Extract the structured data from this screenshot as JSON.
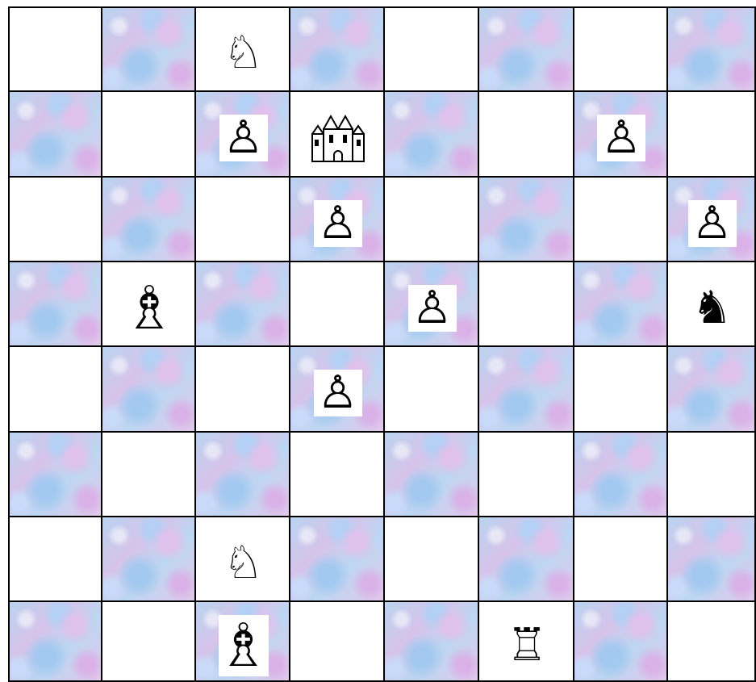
{
  "board": {
    "files": 8,
    "ranks": 8,
    "light_color": "#ffffff",
    "dark_color": "#c9d2ef",
    "squares": [
      [
        "light",
        "dark",
        "light",
        "dark",
        "light",
        "dark",
        "light",
        "dark"
      ],
      [
        "dark",
        "light",
        "dark",
        "light",
        "dark",
        "light",
        "dark",
        "light"
      ],
      [
        "light",
        "dark",
        "light",
        "dark",
        "light",
        "dark",
        "light",
        "dark"
      ],
      [
        "dark",
        "light",
        "dark",
        "light",
        "dark",
        "light",
        "dark",
        "light"
      ],
      [
        "light",
        "dark",
        "light",
        "dark",
        "light",
        "dark",
        "light",
        "dark"
      ],
      [
        "dark",
        "light",
        "dark",
        "light",
        "dark",
        "light",
        "dark",
        "light"
      ],
      [
        "light",
        "dark",
        "light",
        "dark",
        "light",
        "dark",
        "light",
        "dark"
      ],
      [
        "dark",
        "light",
        "dark",
        "light",
        "dark",
        "light",
        "dark",
        "light"
      ]
    ]
  },
  "pieces": [
    {
      "row": 0,
      "col": 2,
      "name": "white-knight-icon",
      "glyph": "♘"
    },
    {
      "row": 1,
      "col": 2,
      "name": "white-pawn-icon",
      "glyph": "♙"
    },
    {
      "row": 1,
      "col": 3,
      "name": "castle-icon",
      "glyph": "castle"
    },
    {
      "row": 1,
      "col": 6,
      "name": "white-pawn-icon",
      "glyph": "♙"
    },
    {
      "row": 2,
      "col": 3,
      "name": "white-pawn-icon",
      "glyph": "♙"
    },
    {
      "row": 2,
      "col": 7,
      "name": "white-pawn-icon",
      "glyph": "♙"
    },
    {
      "row": 3,
      "col": 1,
      "name": "white-bishop-icon",
      "glyph": "♗"
    },
    {
      "row": 3,
      "col": 4,
      "name": "white-pawn-icon",
      "glyph": "♙"
    },
    {
      "row": 3,
      "col": 7,
      "name": "black-knight-icon",
      "glyph": "♞"
    },
    {
      "row": 4,
      "col": 3,
      "name": "white-pawn-icon",
      "glyph": "♙"
    },
    {
      "row": 6,
      "col": 2,
      "name": "white-knight-icon",
      "glyph": "♘"
    },
    {
      "row": 7,
      "col": 2,
      "name": "white-bishop-icon",
      "glyph": "♗"
    },
    {
      "row": 7,
      "col": 5,
      "name": "white-rook-icon",
      "glyph": "♖"
    }
  ]
}
